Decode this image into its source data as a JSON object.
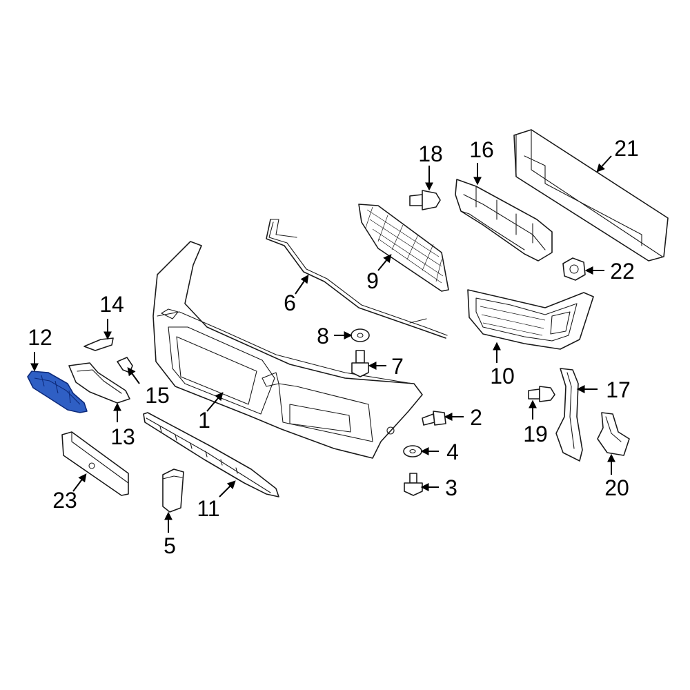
{
  "highlight_color": "#2f5fc4",
  "callouts": {
    "c1": "1",
    "c2": "2",
    "c3": "3",
    "c4": "4",
    "c5": "5",
    "c6": "6",
    "c7": "7",
    "c8": "8",
    "c9": "9",
    "c10": "10",
    "c11": "11",
    "c12": "12",
    "c13": "13",
    "c14": "14",
    "c15": "15",
    "c16": "16",
    "c17": "17",
    "c18": "18",
    "c19": "19",
    "c20": "20",
    "c21": "21",
    "c22": "22",
    "c23": "23"
  },
  "highlighted_part": "12"
}
